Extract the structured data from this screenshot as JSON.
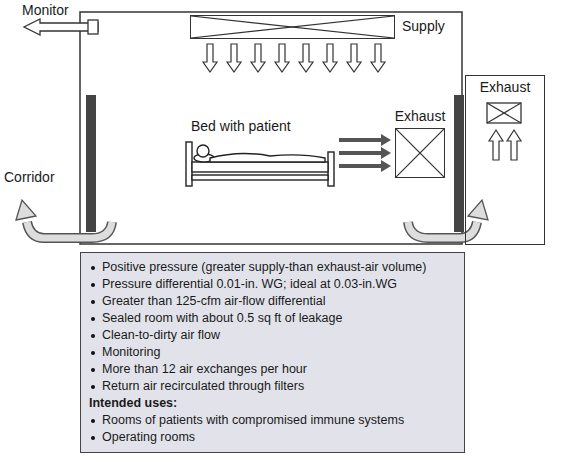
{
  "diagram": {
    "nodes": [
      {
        "text": [
          "Supply"
        ]
      },
      {
        "text": [
          "Bed with patient"
        ]
      },
      {
        "text": [
          "Exhaust"
        ]
      },
      {
        "text": [
          "Exhaust"
        ]
      },
      {
        "text": [
          "Positive pressure (greater supply-than exhaust-air volume)",
          "Pressure differential 0.01-in. WG; ideal at 0.03-in.WG",
          "Greater than 125-cfm air-flow differential",
          "Sealed room with about 0.5 sq ft of leakage",
          "Clean-to-dirty air flow",
          "Monitoring",
          "More than 12 air exchanges per hour",
          "Return air recirculated through filters",
          "Intended uses:",
          "Rooms of patients with compromised immune systems",
          "Operating rooms"
        ]
      }
    ],
    "edges": [
      {
        "from": 1,
        "to": 2,
        "arrow": "to"
      }
    ],
    "labels": [
      "Monitor",
      "Corridor"
    ]
  }
}
